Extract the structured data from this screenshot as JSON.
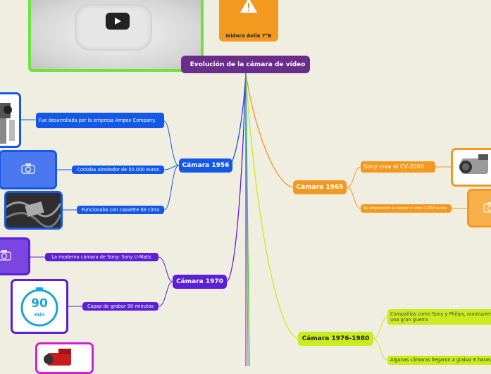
{
  "central": {
    "title": "Evolución de la cámara de vídeo"
  },
  "author_note": {
    "label": "Isidora Ávila 7°B",
    "icon": "warning-icon"
  },
  "video": {
    "icon": "play-icon"
  },
  "branches": {
    "c1956": {
      "label": "Cámara 1956",
      "color": "#1458e8",
      "items": [
        "Fue desarrollada por la empresa Ampex Company.",
        "Costaba alrededor de 50.000 euros",
        "Funcionaba con cassette de cinta"
      ]
    },
    "c1965": {
      "label": "Cámara 1965",
      "color": "#f4991f",
      "items": [
        "Sony crea el CV-2000",
        "Se empezaron a vender a unos 1.000 euros"
      ]
    },
    "c1970": {
      "label": "Cámara 1970",
      "color": "#5a1fd6",
      "items": [
        "La moderna cámara de Sony: Sony U-Matic",
        "Capaz de grabar 90 minutos"
      ],
      "timer_value": "90",
      "timer_unit": "min"
    },
    "c1976": {
      "label": "Cámara 1976-1980",
      "color": "#c9ec1f",
      "items": [
        "Compañías como Sony y Philips, mantuvieron una gran guerra",
        "Algunas cámaras llegaron a grabar 6 horas"
      ]
    }
  },
  "icons": {
    "camera": "camera-icon"
  }
}
